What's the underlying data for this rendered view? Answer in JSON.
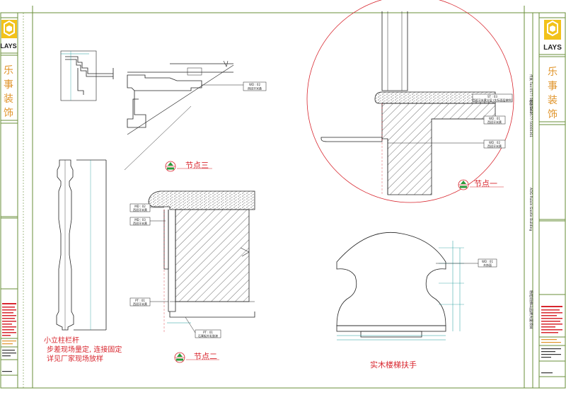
{
  "titleblock_left": {
    "logo_text": "LAYS",
    "company_vertical": [
      "乐",
      "事",
      "装",
      "饰"
    ]
  },
  "titleblock_right": {
    "logo_text": "LAYS",
    "company_vertical": [
      "乐",
      "事",
      "装",
      "饰"
    ],
    "vertical_project": "杨柏翎佛山品牌大厦项目",
    "vertical_english": "ADG-Ruixin Gaotie Building",
    "vertical_tel": "电话 Tel:0577-56666361",
    "vertical_fax": "传真 Fax:0577-56666362"
  },
  "details": {
    "node3_label": "节点三",
    "node2_label": "节点二",
    "node1_label": "节点一",
    "handrail_label": "实木楼梯扶手",
    "baluster_note_line1": "小立柱栏杆",
    "baluster_note_line2": "步差现场量定, 连接固定",
    "baluster_note_line3": "详见厂家现场放样"
  },
  "tags": {
    "node3_wd": "WD : 02",
    "node3_wd_sub": "西班牙米黄",
    "node2_md1": "MD : 02",
    "node2_md1_sub": "西班牙米黄",
    "node2_md2": "MD : 03",
    "node2_md2_sub": "西班牙米黄",
    "node2_pt": "PT : 01",
    "node2_pt_sub": "西班牙米黄",
    "node2_bottom": "PT : 01",
    "node2_bottom_sub": "石膏板外乳胶漆",
    "node1_st": "ST : 03",
    "node1_st_sub": "西班牙米黄分层 (实际面层做样)",
    "node1_wd1": "WD : 01",
    "node1_wd1_sub": "西班牙米黄",
    "node1_wd2": "WD : 02",
    "node1_wd2_sub": "西班牙米黄",
    "handrail_wd": "WD : 01",
    "handrail_wd_sub": "木饰面"
  },
  "colors": {
    "frame": "#6a8f3a",
    "line": "#222222",
    "red": "#d8262e",
    "accent_orange": "#e0942a",
    "logo_yellow": "#f2c21a",
    "hatch": "#333333",
    "dim": "#1a9a9a"
  },
  "icons": {
    "node_marker": "section-marker-icon",
    "logo": "lays-logo-icon"
  }
}
